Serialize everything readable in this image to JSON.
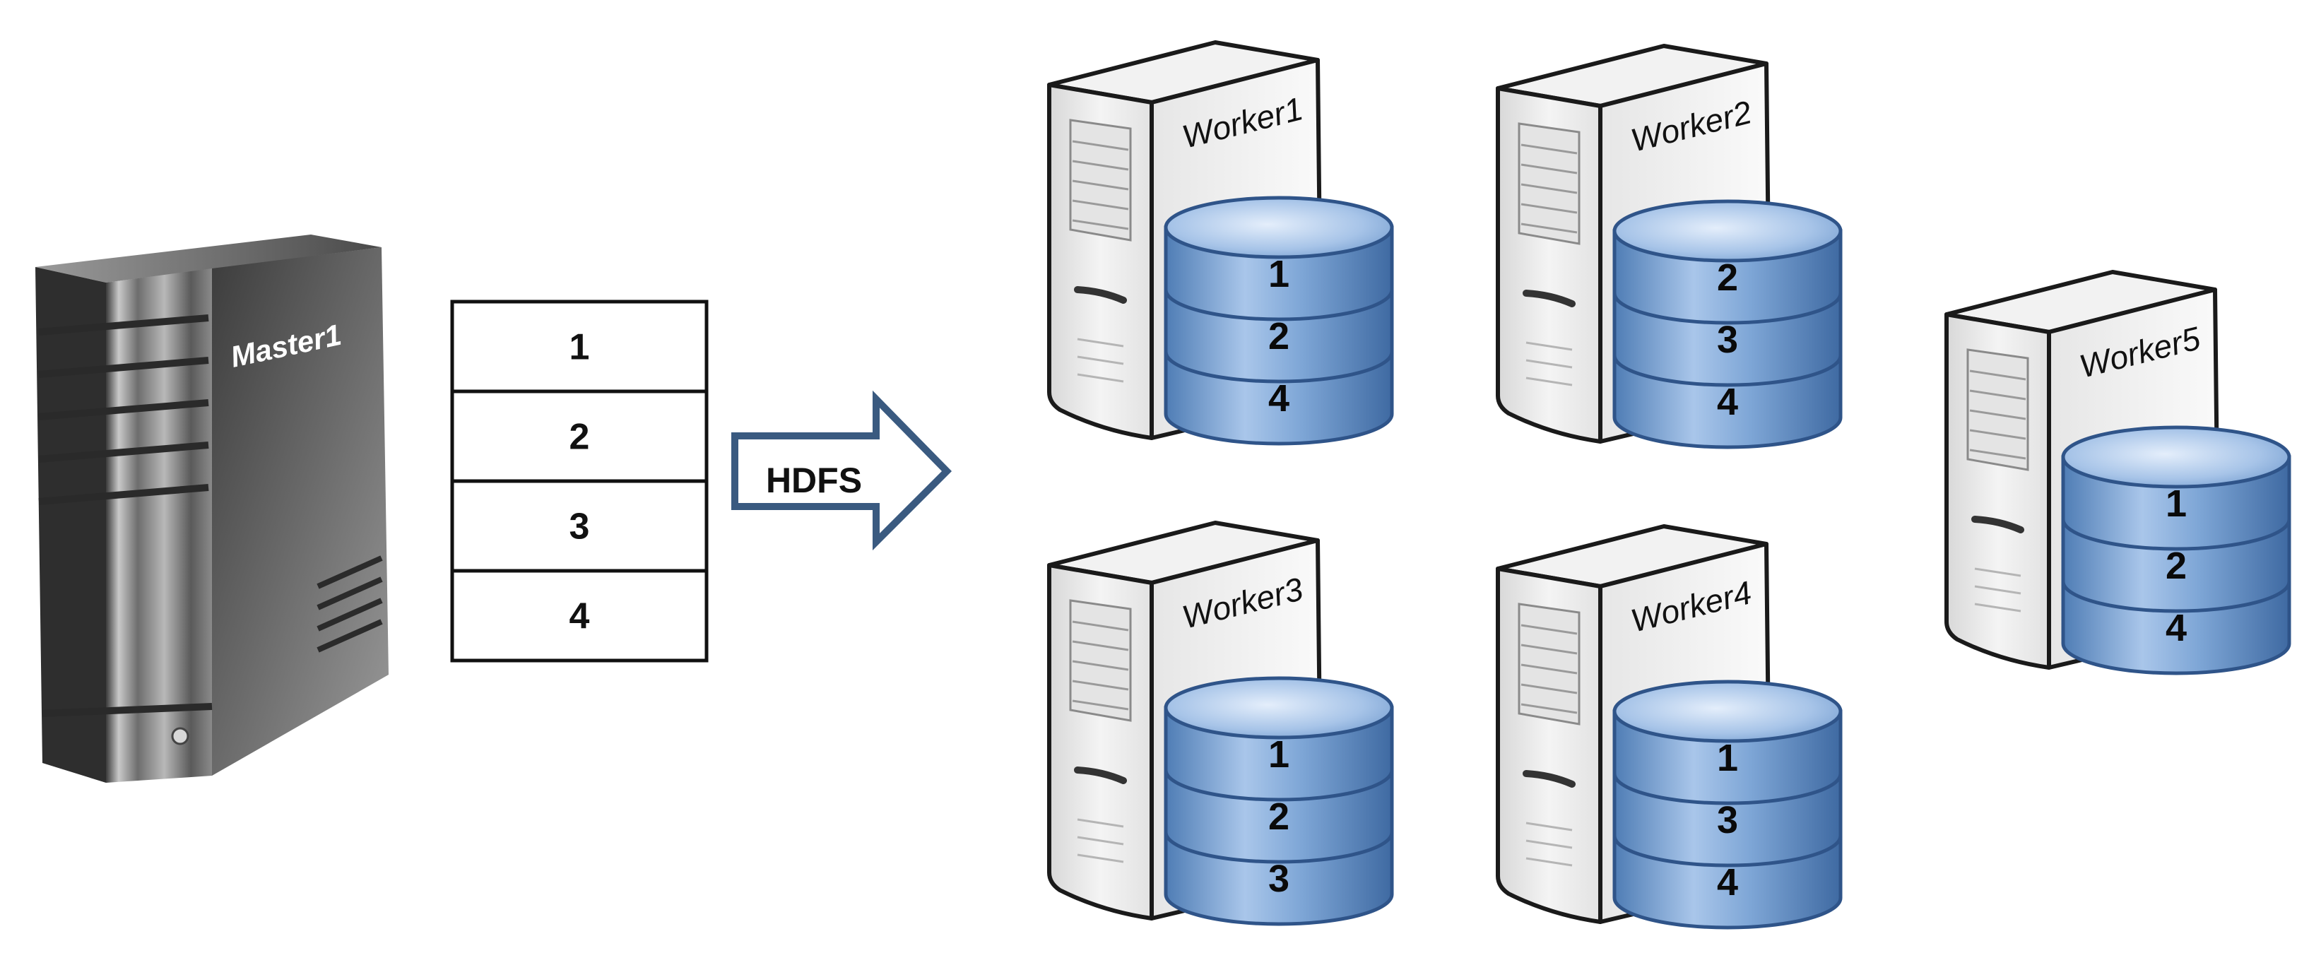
{
  "master": {
    "label": "Master1"
  },
  "file_blocks": [
    "1",
    "2",
    "3",
    "4"
  ],
  "arrow": {
    "label": "HDFS",
    "stroke_color": "#3a5a80"
  },
  "colors": {
    "disk_light": "#c8dcf2",
    "disk_mid": "#7ea6d6",
    "disk_dark": "#4a74aa",
    "disk_stroke": "#2f5489",
    "server_body": "#ececec",
    "server_stroke": "#1a1a1a"
  },
  "workers": [
    {
      "name": "Worker1",
      "blocks": [
        "1",
        "2",
        "4"
      ]
    },
    {
      "name": "Worker2",
      "blocks": [
        "2",
        "3",
        "4"
      ]
    },
    {
      "name": "Worker3",
      "blocks": [
        "1",
        "2",
        "3"
      ]
    },
    {
      "name": "Worker4",
      "blocks": [
        "1",
        "3",
        "4"
      ]
    },
    {
      "name": "Worker5",
      "blocks": [
        "1",
        "2",
        "4"
      ]
    }
  ]
}
